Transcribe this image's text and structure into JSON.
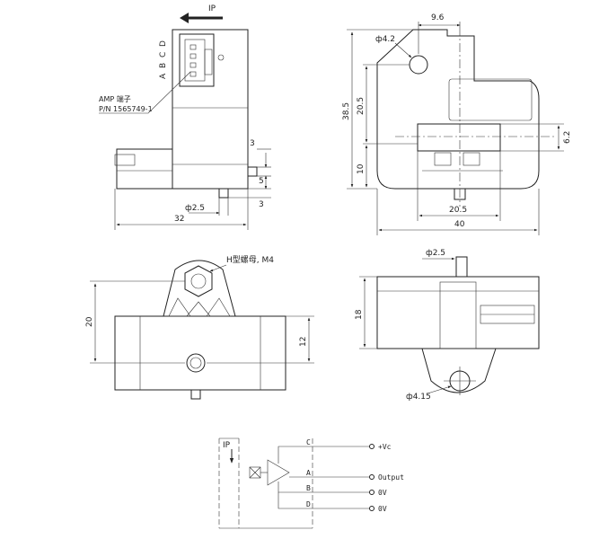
{
  "front_view": {
    "current_label": "IP",
    "pin_letters": [
      "A",
      "B",
      "C",
      "D"
    ],
    "amp_label": "AMP 端子",
    "pn_label": "P/N 1565749-1",
    "dims": {
      "d3_top": "3",
      "d5": "5",
      "d3_bot": "3",
      "phi25": "ф2.5",
      "d32": "32"
    }
  },
  "side_view": {
    "phi42": "ф4.2",
    "d96": "9.6",
    "d385": "38.5",
    "d205_v": "20.5",
    "d10": "10",
    "d62": "6.2",
    "d205_h": "20.5",
    "d40": "40"
  },
  "top_view": {
    "nut_label": "H型螺母, M4",
    "d20": "20",
    "d12": "12"
  },
  "bottom_view": {
    "phi25": "ф2.5",
    "d18": "18",
    "phi415": "ф4.15"
  },
  "schematic": {
    "ip_label": "IP",
    "pins": [
      {
        "pin": "C",
        "signal": "+Vc"
      },
      {
        "pin": "A",
        "signal": "Output"
      },
      {
        "pin": "B",
        "signal": "0V"
      },
      {
        "pin": "D",
        "signal": "0V"
      }
    ]
  }
}
